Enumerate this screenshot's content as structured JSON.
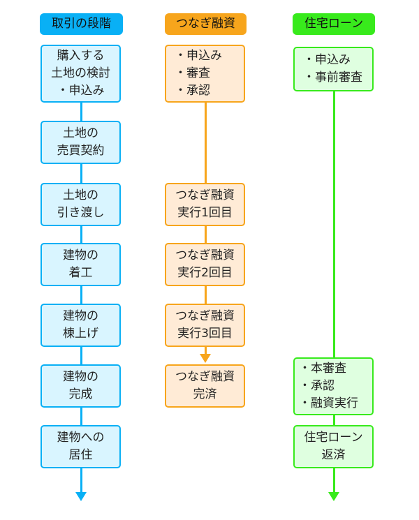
{
  "colors": {
    "bank_blue": "#09b0f5",
    "bridge_orange": "#f7a51c",
    "mortgage_green": "#38ea1c",
    "blue_fill": "#d9f5ff",
    "orange_fill": "#ffebd6",
    "green_fill": "#dfffe0"
  },
  "columns": [
    {
      "header": "取引の段階",
      "steps": [
        {
          "lines": [
            "購入する",
            "土地の検討",
            "・申込み"
          ]
        },
        {
          "lines": [
            "土地の",
            "売買契約"
          ]
        },
        {
          "lines": [
            "土地の",
            "引き渡し"
          ]
        },
        {
          "lines": [
            "建物の",
            "着工"
          ]
        },
        {
          "lines": [
            "建物の",
            "棟上げ"
          ]
        },
        {
          "lines": [
            "建物の",
            "完成"
          ]
        },
        {
          "lines": [
            "建物への",
            "居住"
          ]
        }
      ]
    },
    {
      "header": "つなぎ融資",
      "steps": [
        {
          "lines": [
            "・申込み",
            "・審査",
            "・承認"
          ]
        },
        {
          "lines": [
            "つなぎ融資",
            "実行1回目"
          ]
        },
        {
          "lines": [
            "つなぎ融資",
            "実行2回目"
          ]
        },
        {
          "lines": [
            "つなぎ融資",
            "実行3回目"
          ]
        },
        {
          "lines": [
            "つなぎ融資",
            "完済"
          ]
        }
      ]
    },
    {
      "header": "住宅ローン",
      "steps": [
        {
          "lines": [
            "・申込み",
            "・事前審査"
          ]
        },
        {
          "lines": [
            "・本審査",
            "・承認",
            "・融資実行"
          ]
        },
        {
          "lines": [
            "住宅ローン",
            "返済"
          ]
        }
      ]
    }
  ]
}
